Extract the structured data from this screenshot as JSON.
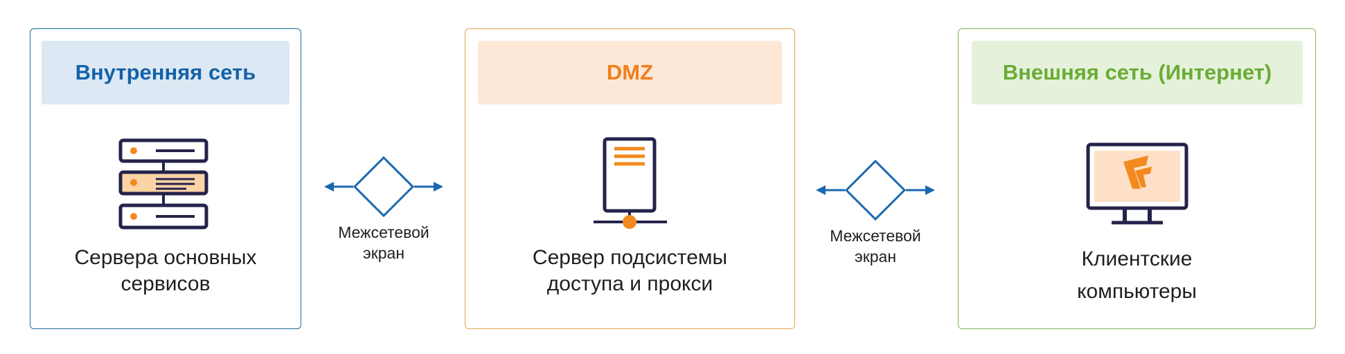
{
  "colors": {
    "internal_border": "#1a6b9c",
    "internal_header_bg": "#dce9f4",
    "internal_header_text": "#1561a7",
    "dmz_border": "#e7a24e",
    "dmz_header_bg": "#fde8d8",
    "dmz_header_text": "#f07f1b",
    "external_border": "#7fb65a",
    "external_header_bg": "#e6f1dc",
    "external_header_text": "#6aac35",
    "icon_stroke": "#23234b",
    "accent_orange": "#f28a1e",
    "highlight_fill": "#fcd3a5",
    "firewall_blue": "#1a67b0"
  },
  "zones": [
    {
      "id": "internal",
      "header": "Внутренняя сеть",
      "icon": "server-rack-icon",
      "caption": [
        "Сервера основных",
        "сервисов"
      ]
    },
    {
      "id": "dmz",
      "header": "DMZ",
      "icon": "server-tower-icon",
      "caption": [
        "Сервер подсистемы",
        "доступа и прокси"
      ]
    },
    {
      "id": "external",
      "header": "Внешняя сеть (Интернет)",
      "icon": "monitor-icon",
      "caption": [
        "Клиентские",
        "компьютеры"
      ]
    }
  ],
  "firewalls": [
    {
      "label": [
        "Межсетевой",
        "экран"
      ],
      "icon": "firewall-icon"
    },
    {
      "label": [
        "Межсетевой",
        "экран"
      ],
      "icon": "firewall-icon"
    }
  ]
}
